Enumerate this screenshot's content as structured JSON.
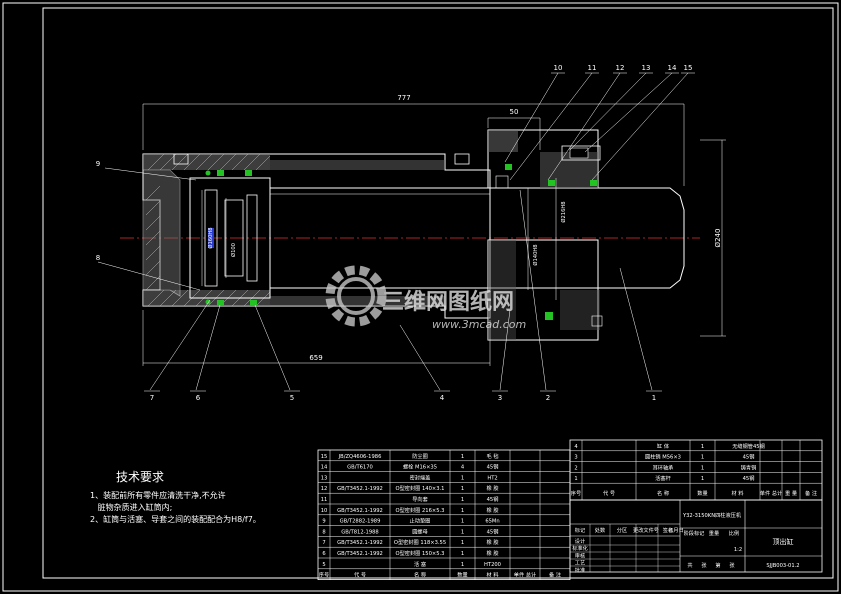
{
  "dimensions": {
    "overall_length": "777",
    "body_length": "659",
    "flange_offset": "50",
    "bore_dia": "Ø160H8",
    "rod_dia": "Ø100",
    "bore_dia_2": "Ø140H8",
    "flange_dia": "Ø216H8",
    "outer_dia": "Ø240"
  },
  "balloons": {
    "top": [
      "10",
      "11",
      "12",
      "13",
      "14",
      "15"
    ],
    "left": [
      "9",
      "8"
    ],
    "bottom": [
      "7",
      "6",
      "5",
      "4",
      "3",
      "2",
      "1"
    ]
  },
  "watermark": {
    "brand": "三维网图纸网",
    "url": "www.3mcad.com"
  },
  "tech_requirements": {
    "title": "技术要求",
    "items": [
      "1、装配前所有零件应清洗干净,不允许",
      "   脏物杂质进入缸筒内;",
      "2、缸筒与活塞、导套之间的装配配合为H8/f7。"
    ]
  },
  "parts_left": [
    {
      "no": "15",
      "code": "JB/ZQ4606-1986",
      "name": "防尘圈",
      "qty": "1",
      "material": "毛 毡",
      "weight": "",
      "note": ""
    },
    {
      "no": "14",
      "code": "GB/T6170",
      "name": "螺栓 M16×35",
      "qty": "4",
      "material": "45钢",
      "weight": "",
      "note": ""
    },
    {
      "no": "13",
      "code": "",
      "name": "密封端盖",
      "qty": "1",
      "material": "HT2",
      "weight": "",
      "note": ""
    },
    {
      "no": "12",
      "code": "GB/T3452.1-1992",
      "name": "O型密封圈 140×3.1",
      "qty": "1",
      "material": "橡 胶",
      "weight": "",
      "note": ""
    },
    {
      "no": "11",
      "code": "",
      "name": "导向套",
      "qty": "1",
      "material": "45钢",
      "weight": "",
      "note": ""
    },
    {
      "no": "10",
      "code": "GB/T3452.1-1992",
      "name": "O型密封圈 216×5.3",
      "qty": "1",
      "material": "橡 胶",
      "weight": "",
      "note": ""
    },
    {
      "no": "9",
      "code": "GB/T2882-1989",
      "name": "止动垫圈",
      "qty": "1",
      "material": "65Mn",
      "weight": "",
      "note": ""
    },
    {
      "no": "8",
      "code": "GB/T812-1988",
      "name": "圆螺母",
      "qty": "1",
      "material": "45钢",
      "weight": "",
      "note": ""
    },
    {
      "no": "7",
      "code": "GB/T3452.1-1992",
      "name": "O型密封圈 118×3.55",
      "qty": "1",
      "material": "橡 胶",
      "weight": "",
      "note": ""
    },
    {
      "no": "6",
      "code": "GB/T3452.1-1992",
      "name": "O型密封圈 150×5.3",
      "qty": "1",
      "material": "橡 胶",
      "weight": "",
      "note": ""
    },
    {
      "no": "5",
      "code": "",
      "name": "活 塞",
      "qty": "1",
      "material": "HT200",
      "weight": "",
      "note": ""
    }
  ],
  "parts_left_header": {
    "no": "序号",
    "code": "代 号",
    "name": "名 称",
    "qty": "数量",
    "material": "材 料",
    "weight": "单件 总计",
    "note": "备 注"
  },
  "parts_right": [
    {
      "no": "4",
      "code": "",
      "name": "缸 体",
      "qty": "1",
      "material": "无缝钢管45钢"
    },
    {
      "no": "3",
      "code": "",
      "name": "圆柱销 M56×3",
      "qty": "1",
      "material": "45钢"
    },
    {
      "no": "2",
      "code": "",
      "name": "耳环轴承",
      "qty": "1",
      "material": "铸青铜"
    },
    {
      "no": "1",
      "code": "",
      "name": "活塞杆",
      "qty": "1",
      "material": "45钢"
    }
  ],
  "parts_right_header": {
    "no": "序号",
    "code": "代 号",
    "name": "名 称",
    "qty": "数量",
    "material": "材 料",
    "weight": "单件 总计",
    "scale": "重 量",
    "note": "备 注"
  },
  "title_block": {
    "machine": "Y32-3150KN四柱液压机",
    "part_name": "顶出缸",
    "drawing_no": "SJJB003-01.2",
    "scale": "1:2",
    "row_labels": [
      "标记",
      "处数",
      "分区",
      "更改文件号",
      "签名",
      "年月日"
    ],
    "roles": [
      "设计",
      "标准化",
      "审核",
      "工艺",
      "批准"
    ],
    "stage_labels": [
      "阶段标记",
      "重量",
      "比例"
    ],
    "sheet_labels": [
      "共",
      "张",
      "第",
      "张"
    ]
  }
}
